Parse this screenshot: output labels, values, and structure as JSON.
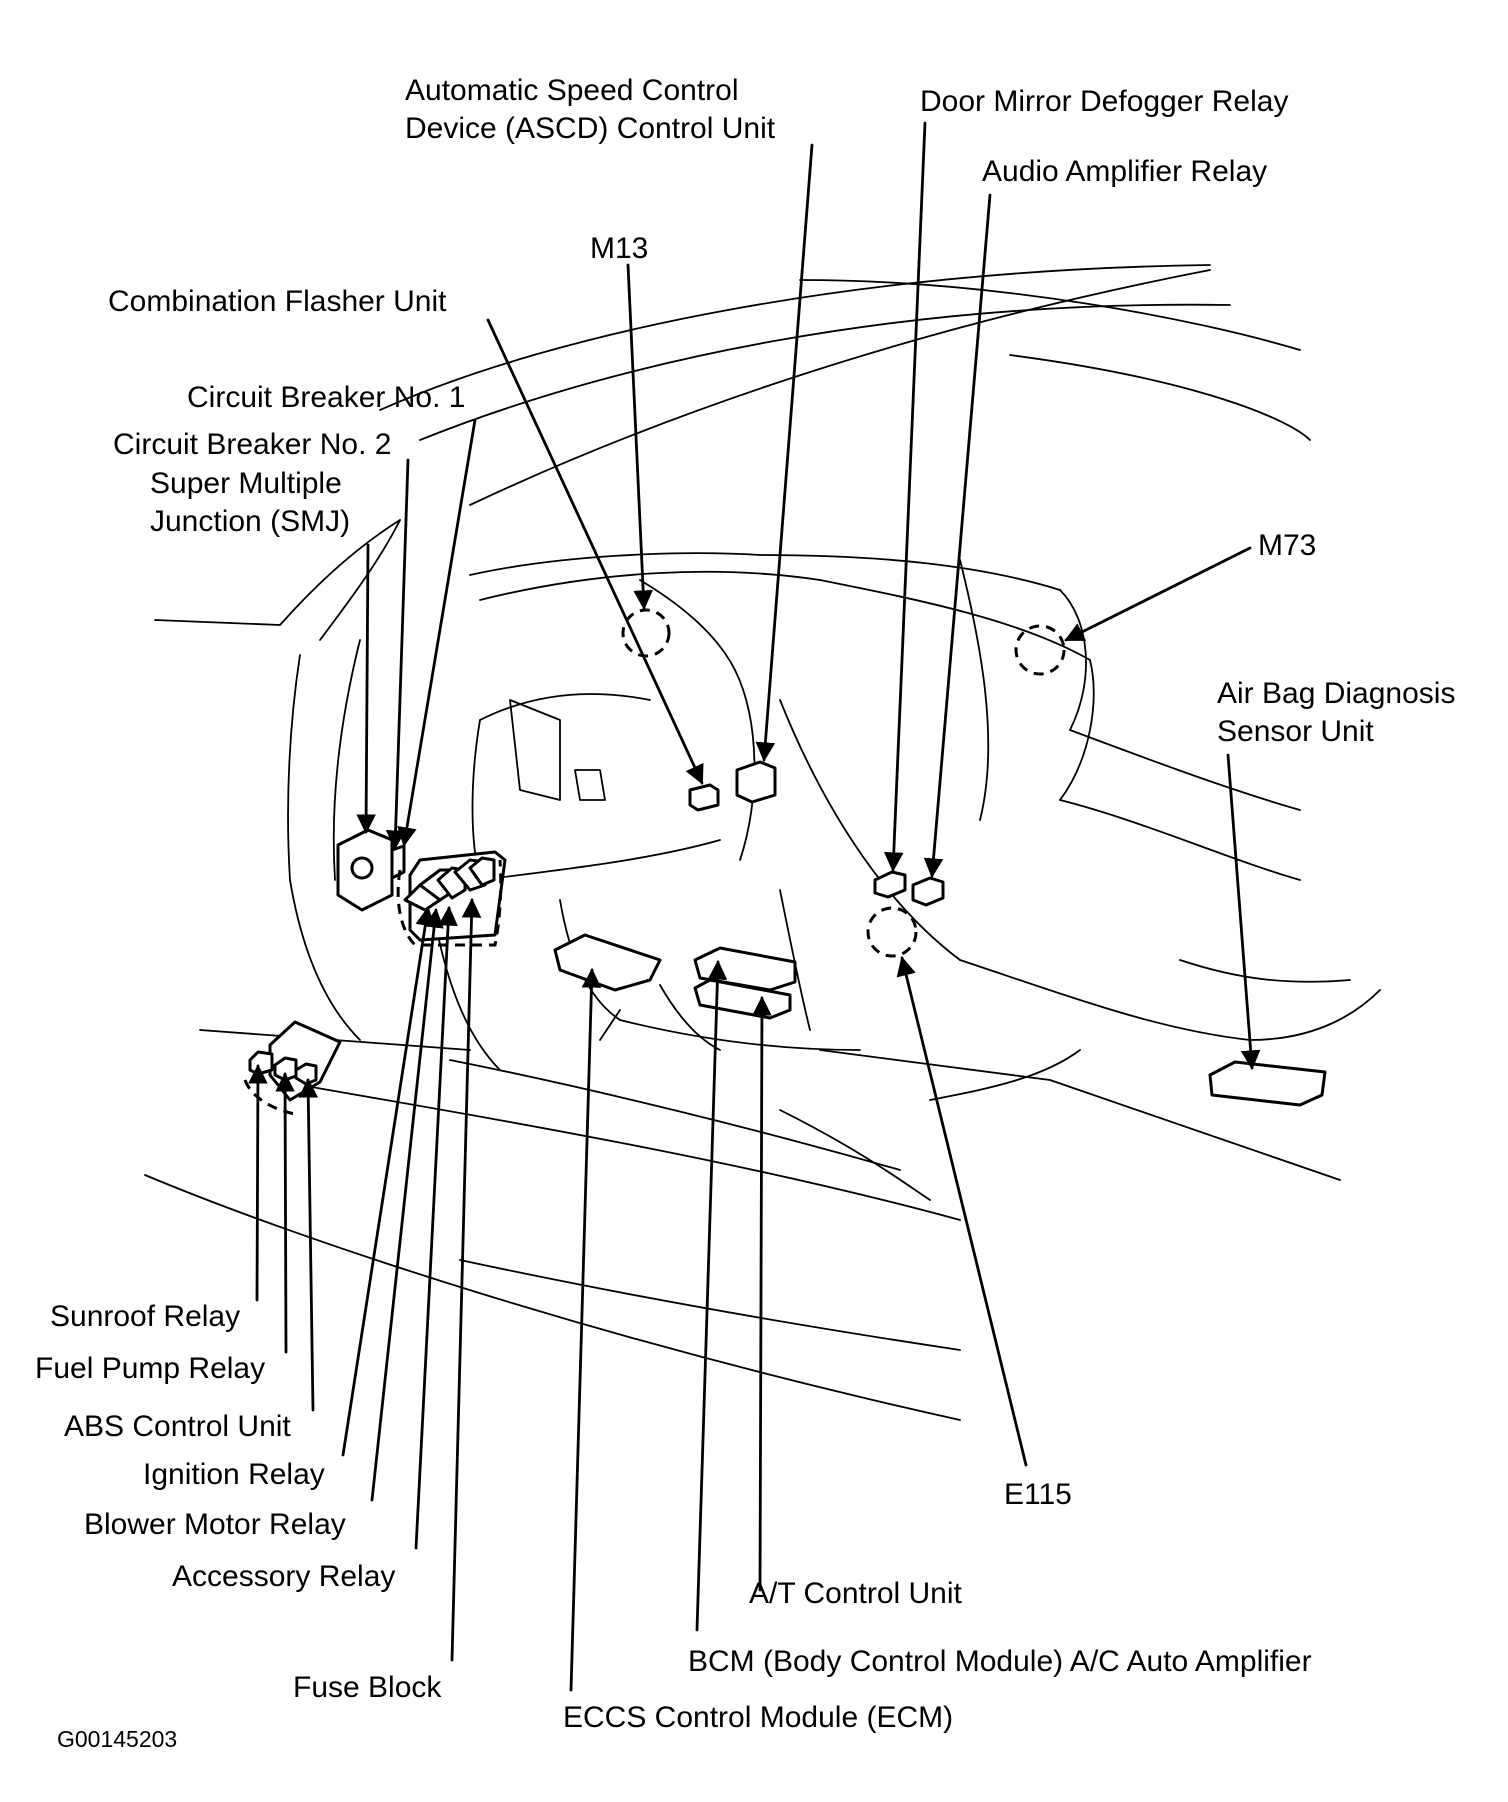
{
  "labels": {
    "ascd_line1": "Automatic Speed Control",
    "ascd_line2": "Device (ASCD) Control Unit",
    "door_mirror_defogger_relay": "Door Mirror Defogger Relay",
    "audio_amplifier_relay": "Audio Amplifier Relay",
    "m13": "M13",
    "combination_flasher_unit": "Combination Flasher Unit",
    "circuit_breaker_1": "Circuit Breaker No. 1",
    "circuit_breaker_2": "Circuit Breaker No. 2",
    "smj_line1": "Super Multiple",
    "smj_line2": "Junction (SMJ)",
    "m73": "M73",
    "air_bag_line1": "Air Bag Diagnosis",
    "air_bag_line2": "Sensor Unit",
    "sunroof_relay": "Sunroof Relay",
    "fuel_pump_relay": "Fuel Pump Relay",
    "abs_control_unit": "ABS Control Unit",
    "ignition_relay": "Ignition Relay",
    "blower_motor_relay": "Blower Motor Relay",
    "accessory_relay": "Accessory Relay",
    "fuse_block": "Fuse Block",
    "e115": "E115",
    "at_control_unit": "A/T Control Unit",
    "bcm_ac_auto_amplifier": "BCM (Body Control Module) A/C Auto Amplifier",
    "eccs_control_module": "ECCS Control Module (ECM)",
    "figure_id": "G00145203"
  }
}
